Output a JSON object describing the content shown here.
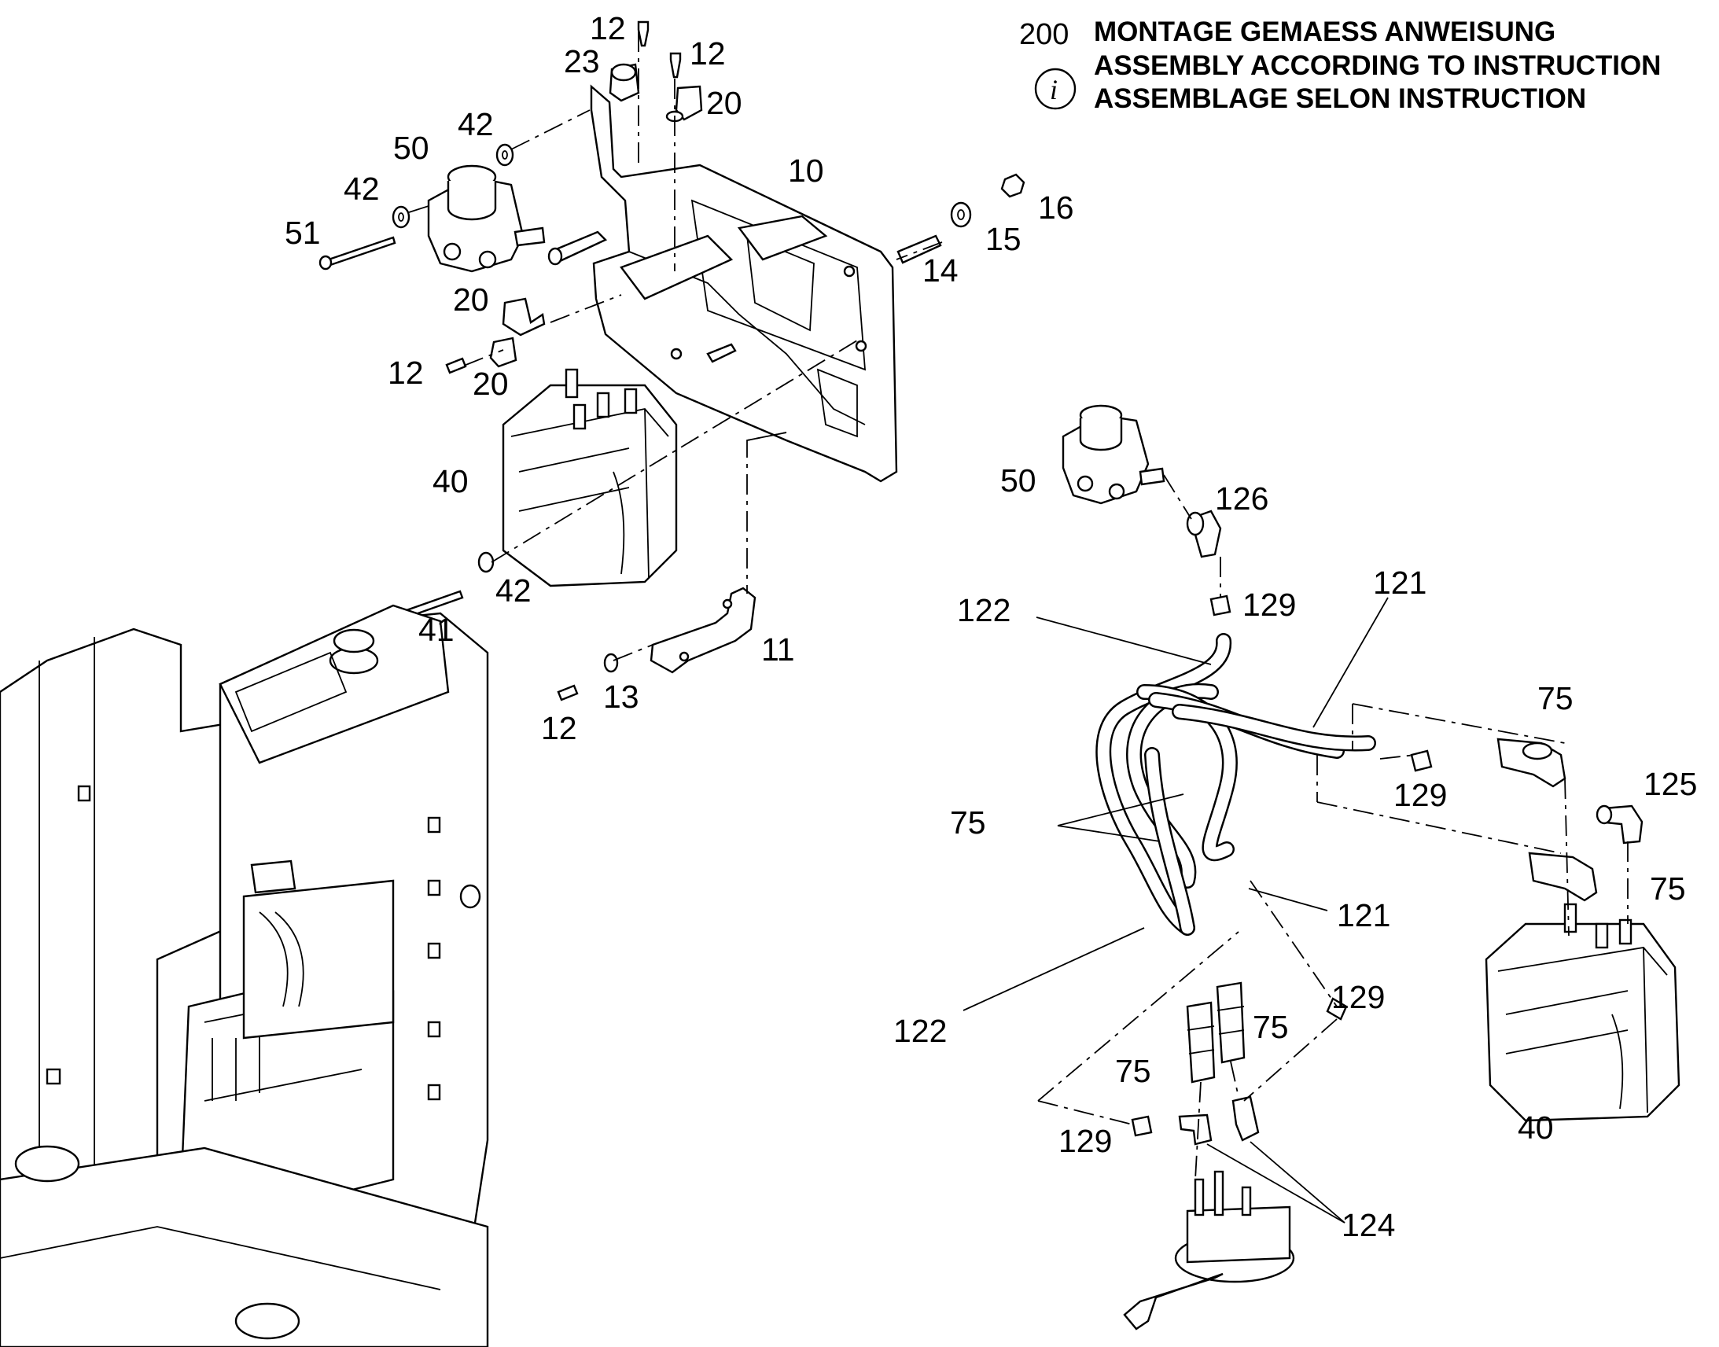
{
  "note": {
    "number": "200",
    "line_de": "MONTAGE GEMAESS ANWEISUNG",
    "line_en": "ASSEMBLY ACCORDING TO INSTRUCTION",
    "line_fr": "ASSEMBLAGE SELON INSTRUCTION",
    "info_glyph": "i"
  },
  "callouts": [
    {
      "id": "c1",
      "text": "12"
    },
    {
      "id": "c2",
      "text": "12"
    },
    {
      "id": "c3",
      "text": "23"
    },
    {
      "id": "c4",
      "text": "20"
    },
    {
      "id": "c5",
      "text": "42"
    },
    {
      "id": "c6",
      "text": "50"
    },
    {
      "id": "c7",
      "text": "42"
    },
    {
      "id": "c8",
      "text": "51"
    },
    {
      "id": "c9",
      "text": "10"
    },
    {
      "id": "c10",
      "text": "16"
    },
    {
      "id": "c11",
      "text": "15"
    },
    {
      "id": "c12",
      "text": "14"
    },
    {
      "id": "c13",
      "text": "20"
    },
    {
      "id": "c14",
      "text": "12"
    },
    {
      "id": "c15",
      "text": "20"
    },
    {
      "id": "c16",
      "text": "40"
    },
    {
      "id": "c17",
      "text": "42"
    },
    {
      "id": "c18",
      "text": "41"
    },
    {
      "id": "c19",
      "text": "11"
    },
    {
      "id": "c20",
      "text": "13"
    },
    {
      "id": "c21",
      "text": "12"
    },
    {
      "id": "c22",
      "text": "50"
    },
    {
      "id": "c23",
      "text": "126"
    },
    {
      "id": "c24",
      "text": "129"
    },
    {
      "id": "c25",
      "text": "122"
    },
    {
      "id": "c26",
      "text": "121"
    },
    {
      "id": "c27",
      "text": "75"
    },
    {
      "id": "c28",
      "text": "129"
    },
    {
      "id": "c29",
      "text": "125"
    },
    {
      "id": "c30",
      "text": "75"
    },
    {
      "id": "c31",
      "text": "75"
    },
    {
      "id": "c32",
      "text": "121"
    },
    {
      "id": "c33",
      "text": "122"
    },
    {
      "id": "c34",
      "text": "129"
    },
    {
      "id": "c35",
      "text": "75"
    },
    {
      "id": "c36",
      "text": "75"
    },
    {
      "id": "c37",
      "text": "129"
    },
    {
      "id": "c38",
      "text": "40"
    },
    {
      "id": "c39",
      "text": "124"
    }
  ]
}
